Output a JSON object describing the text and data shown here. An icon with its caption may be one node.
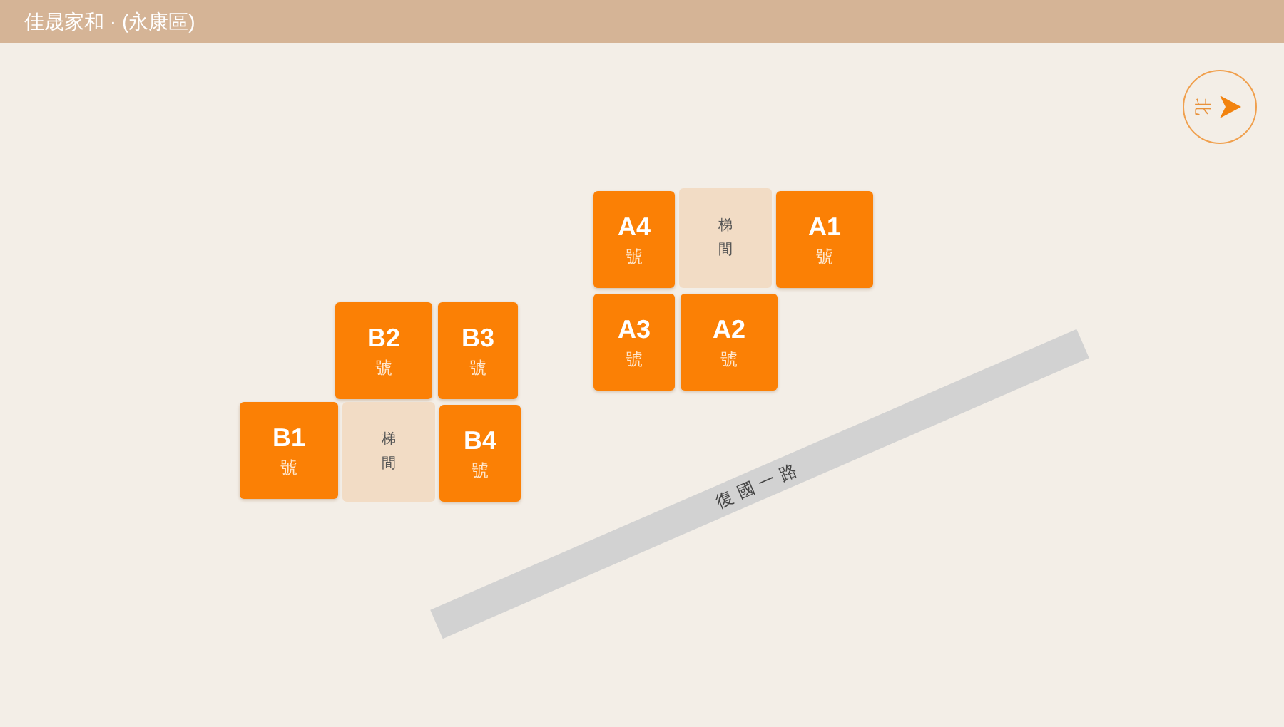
{
  "diagram": {
    "title": "佳晟家和 · (永康區)",
    "nodes": [
      {
        "text": [
          "北"
        ]
      },
      {
        "text": [
          "A4",
          "號"
        ]
      },
      {
        "text": [
          "梯間"
        ]
      },
      {
        "text": [
          "A1",
          "號"
        ]
      },
      {
        "text": [
          "A3",
          "號"
        ]
      },
      {
        "text": [
          "A2",
          "號"
        ]
      },
      {
        "text": [
          "B2",
          "號"
        ]
      },
      {
        "text": [
          "B3",
          "號"
        ]
      },
      {
        "text": [
          "B1",
          "號"
        ]
      },
      {
        "text": [
          "梯間"
        ]
      },
      {
        "text": [
          "B4",
          "號"
        ]
      },
      {
        "text": [
          "復國一路"
        ]
      }
    ]
  }
}
